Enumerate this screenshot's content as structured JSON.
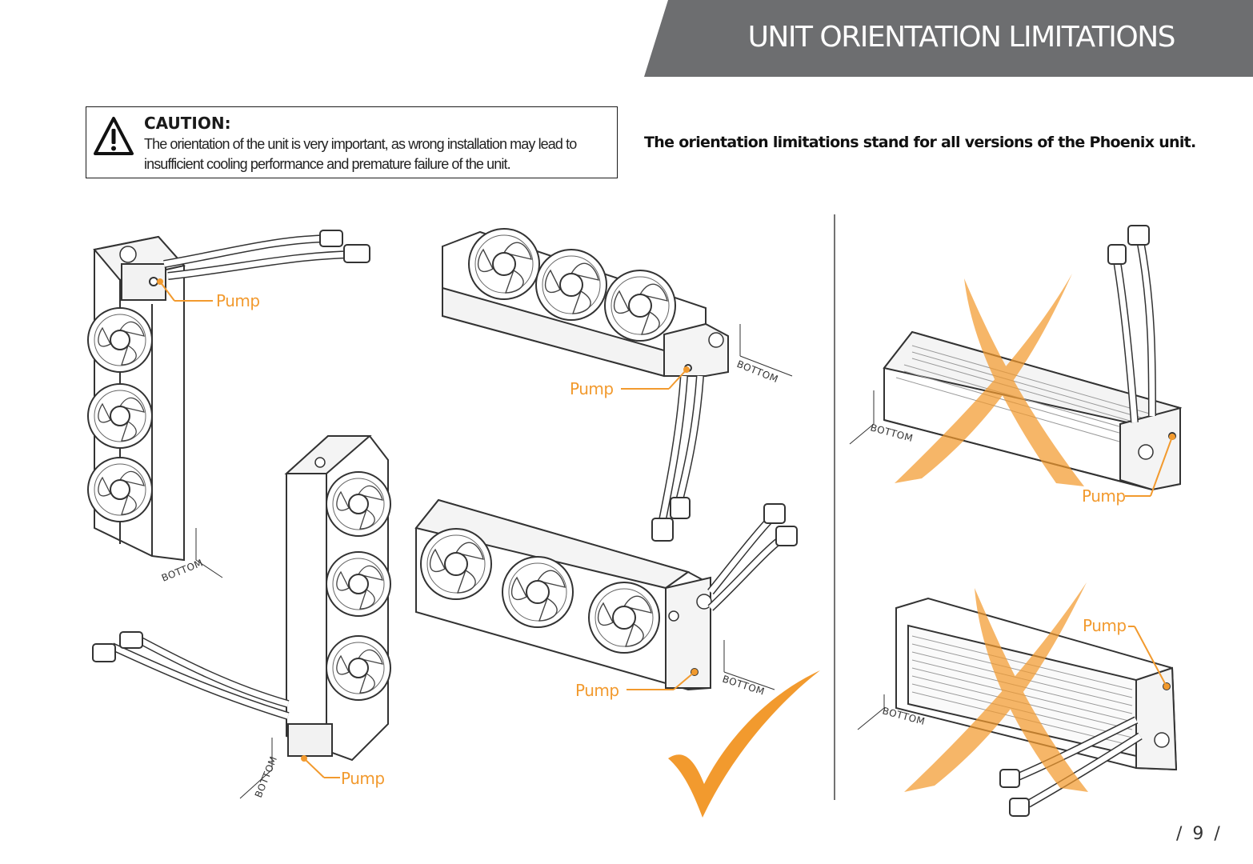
{
  "header": {
    "title": "UNIT ORIENTATION LIMITATIONS"
  },
  "caution": {
    "title": "CAUTION:",
    "body": "The orientation of the unit is very important, as wrong installation may lead to insufficient cooling performance and premature failure of the unit."
  },
  "intro": "The orientation limitations stand for all versions of the Phoenix unit.",
  "labels": {
    "pump": "Pump",
    "bottom": "BOTTOM"
  },
  "page": {
    "number": "/ 9 /"
  },
  "colors": {
    "accent": "#f29a2e",
    "banner": "#6d6e70"
  }
}
